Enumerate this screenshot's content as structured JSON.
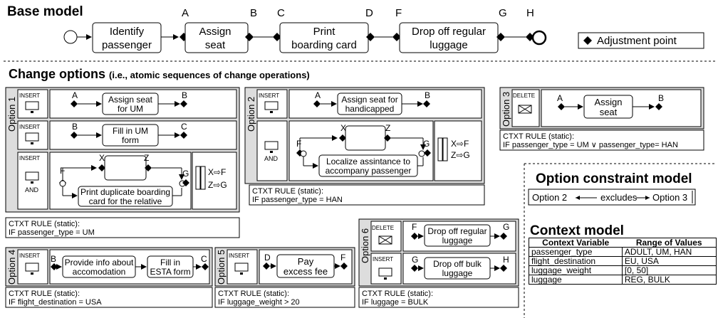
{
  "base": {
    "title": "Base model",
    "acts": [
      "Identify passenger",
      "Assign seat",
      "Print boarding card",
      "Drop off regular luggage"
    ],
    "points": [
      "A",
      "B",
      "C",
      "D",
      "F",
      "G",
      "H"
    ],
    "legend": "Adjustment point"
  },
  "change": {
    "title": "Change options",
    "subtitle": "(i.e., atomic sequences of change operations)"
  },
  "ops": {
    "insert": "INSERT",
    "delete": "DELETE",
    "and": "AND"
  },
  "options": {
    "o1": {
      "label": "Option 1",
      "acts": [
        "Assign seat for UM",
        "Fill in UM form",
        "Print duplicate boarding card for the relative"
      ],
      "rule1": "CTXT RULE (static):",
      "rule2": "IF passenger_type = UM"
    },
    "o2": {
      "label": "Option 2",
      "acts": [
        "Assign seat for handicapped",
        "Localize assintance to accompany passenger"
      ],
      "rule1": "CTXT RULE (static):",
      "rule2": "IF passenger_type = HAN"
    },
    "o3": {
      "label": "Option 3",
      "acts": [
        "Assign seat"
      ],
      "rule1": "CTXT RULE (static):",
      "rule2": "IF passenger_type = UM ∨ passenger_type= HAN"
    },
    "o4": {
      "label": "Option 4",
      "acts": [
        "Provide info about accomodation",
        "Fill in ESTA form"
      ],
      "rule1": "CTXT RULE (static):",
      "rule2": "IF flight_destination = USA"
    },
    "o5": {
      "label": "Option 5",
      "acts": [
        "Pay excess fee"
      ],
      "rule1": "CTXT RULE (static):",
      "rule2": "IF luggage_weight > 20"
    },
    "o6": {
      "label": "Option 6",
      "acts": [
        "Drop off regular luggage",
        "Drop off bulk luggage"
      ],
      "rule1": "CTXT RULE (static):",
      "rule2": "IF luggage = BULK"
    }
  },
  "mapping": {
    "xf": "X⇨F",
    "zg": "Z⇨G"
  },
  "constraint": {
    "title": "Option constraint model",
    "left": "Option 2",
    "rel": "excludes",
    "right": "Option 3"
  },
  "context": {
    "title": "Context model",
    "headers": [
      "Context Variable",
      "Range of Values"
    ],
    "rows": [
      [
        "passenger_type",
        "ADULT, UM, HAN"
      ],
      [
        "flight_destination",
        "EU, USA"
      ],
      [
        "luggage_weight",
        "[0, 50]"
      ],
      [
        "luggage",
        "REG, BULK"
      ]
    ]
  }
}
